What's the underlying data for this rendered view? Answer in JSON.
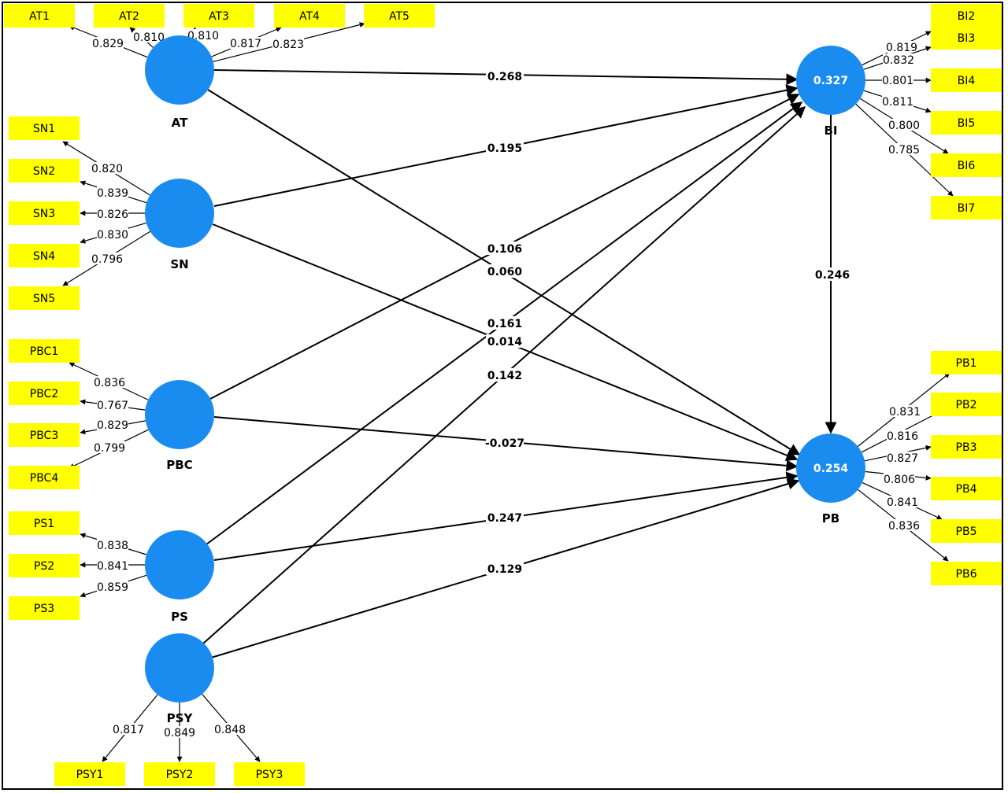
{
  "colors": {
    "construct": "#1a8cf0",
    "indicator": "#ffff00",
    "line": "#000000",
    "r2_text": "#ffffff"
  },
  "constructs": [
    {
      "id": "AT",
      "label": "AT",
      "r2": ""
    },
    {
      "id": "SN",
      "label": "SN",
      "r2": ""
    },
    {
      "id": "PBC",
      "label": "PBC",
      "r2": ""
    },
    {
      "id": "PS",
      "label": "PS",
      "r2": ""
    },
    {
      "id": "PSY",
      "label": "PSY",
      "r2": ""
    },
    {
      "id": "BI",
      "label": "BI",
      "r2": "0.327"
    },
    {
      "id": "PB",
      "label": "PB",
      "r2": "0.254"
    }
  ],
  "indicators": [
    {
      "construct": "AT",
      "label": "AT1",
      "loading": "0.829"
    },
    {
      "construct": "AT",
      "label": "AT2",
      "loading": "0.810"
    },
    {
      "construct": "AT",
      "label": "AT3",
      "loading": "0.810"
    },
    {
      "construct": "AT",
      "label": "AT4",
      "loading": "0.817"
    },
    {
      "construct": "AT",
      "label": "AT5",
      "loading": "0.823"
    },
    {
      "construct": "SN",
      "label": "SN1",
      "loading": "0.820"
    },
    {
      "construct": "SN",
      "label": "SN2",
      "loading": "0.839"
    },
    {
      "construct": "SN",
      "label": "SN3",
      "loading": "0.826"
    },
    {
      "construct": "SN",
      "label": "SN4",
      "loading": "0.830"
    },
    {
      "construct": "SN",
      "label": "SN5",
      "loading": "0.796"
    },
    {
      "construct": "PBC",
      "label": "PBC1",
      "loading": "0.836"
    },
    {
      "construct": "PBC",
      "label": "PBC2",
      "loading": "0.767"
    },
    {
      "construct": "PBC",
      "label": "PBC3",
      "loading": "0.829"
    },
    {
      "construct": "PBC",
      "label": "PBC4",
      "loading": "0.799"
    },
    {
      "construct": "PS",
      "label": "PS1",
      "loading": "0.838"
    },
    {
      "construct": "PS",
      "label": "PS2",
      "loading": "0.841"
    },
    {
      "construct": "PS",
      "label": "PS3",
      "loading": "0.859"
    },
    {
      "construct": "PSY",
      "label": "PSY1",
      "loading": "0.817"
    },
    {
      "construct": "PSY",
      "label": "PSY2",
      "loading": "0.849"
    },
    {
      "construct": "PSY",
      "label": "PSY3",
      "loading": "0.848"
    },
    {
      "construct": "BI",
      "label": "BI2",
      "loading": "0.819"
    },
    {
      "construct": "BI",
      "label": "BI3",
      "loading": "0.832"
    },
    {
      "construct": "BI",
      "label": "BI4",
      "loading": "0.801"
    },
    {
      "construct": "BI",
      "label": "BI5",
      "loading": "0.811"
    },
    {
      "construct": "BI",
      "label": "BI6",
      "loading": "0.800"
    },
    {
      "construct": "BI",
      "label": "BI7",
      "loading": "0.785"
    },
    {
      "construct": "PB",
      "label": "PB1",
      "loading": "0.831"
    },
    {
      "construct": "PB",
      "label": "PB2",
      "loading": "0.816"
    },
    {
      "construct": "PB",
      "label": "PB3",
      "loading": "0.827"
    },
    {
      "construct": "PB",
      "label": "PB4",
      "loading": "0.806"
    },
    {
      "construct": "PB",
      "label": "PB5",
      "loading": "0.841"
    },
    {
      "construct": "PB",
      "label": "PB6",
      "loading": "0.836"
    }
  ],
  "paths": [
    {
      "from": "AT",
      "to": "BI",
      "coef": "0.268"
    },
    {
      "from": "SN",
      "to": "BI",
      "coef": "0.195"
    },
    {
      "from": "PBC",
      "to": "BI",
      "coef": "0.106"
    },
    {
      "from": "AT",
      "to": "PB",
      "coef": "0.060"
    },
    {
      "from": "PS",
      "to": "BI",
      "coef": "0.161"
    },
    {
      "from": "SN",
      "to": "PB",
      "coef": "0.014"
    },
    {
      "from": "PSY",
      "to": "BI",
      "coef": "0.142"
    },
    {
      "from": "PBC",
      "to": "PB",
      "coef": "-0.027"
    },
    {
      "from": "PS",
      "to": "PB",
      "coef": "0.247"
    },
    {
      "from": "PSY",
      "to": "PB",
      "coef": "0.129"
    },
    {
      "from": "BI",
      "to": "PB",
      "coef": "0.246"
    }
  ]
}
